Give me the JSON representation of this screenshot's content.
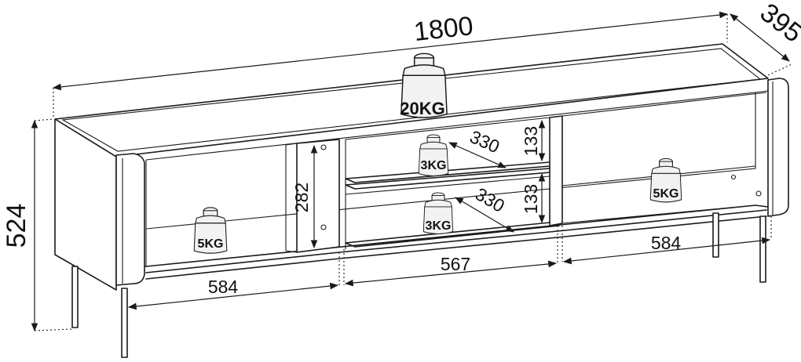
{
  "dimensions": {
    "width": "1800",
    "depth": "395",
    "height": "524",
    "left_compartment_width": "584",
    "middle_compartment_width": "567",
    "right_compartment_width": "584",
    "left_compartment_height": "282",
    "shelf_upper_height": "133",
    "shelf_lower_height": "133",
    "shelf_upper_depth": "330",
    "shelf_lower_depth": "330"
  },
  "load_limits": {
    "top": "20KG",
    "upper_shelf": "3KG",
    "lower_shelf": "3KG",
    "left_compartment": "5KG",
    "right_compartment": "5KG"
  }
}
